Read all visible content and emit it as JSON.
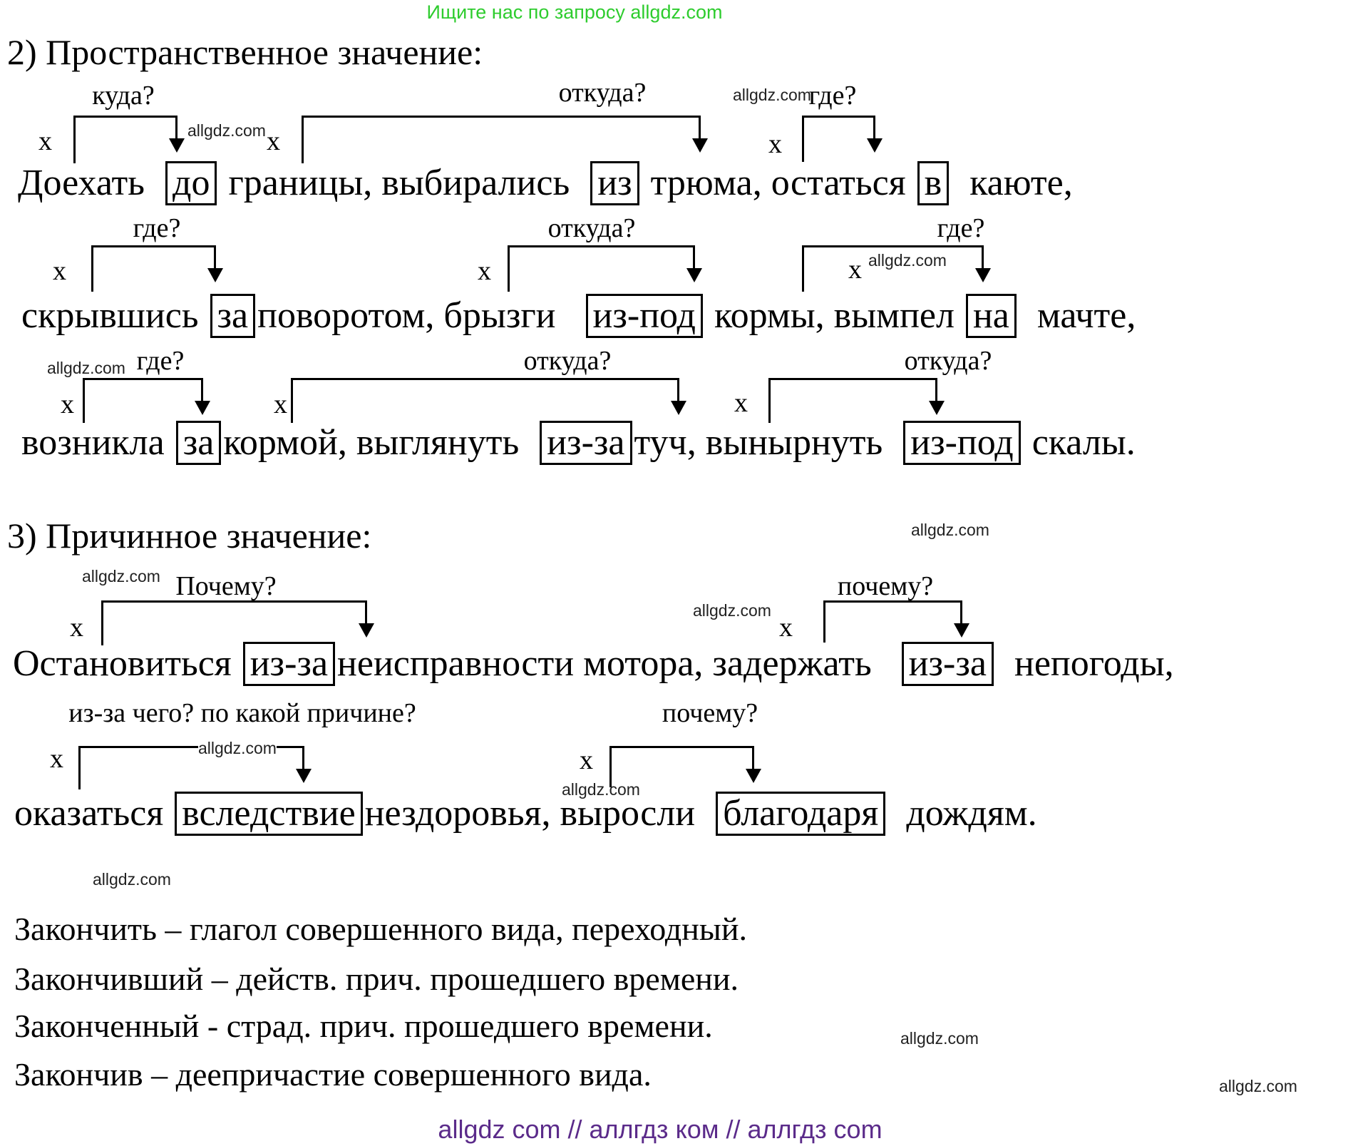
{
  "page": {
    "header_note": "Ищите нас по запросу allgdz.com",
    "footer_note": "allgdz com  //  аллгдз ком  //  аллгдз com",
    "watermark": "allgdz.com"
  },
  "colors": {
    "header_green": "#2ecc2e",
    "footer_purple": "#5b2b8a",
    "ink": "#000000"
  },
  "sections": {
    "spatial_title": "2) Пространственное значение:",
    "causal_title": "3) Причинное значение:"
  },
  "diagram": {
    "x_marker": "х",
    "questions": {
      "a1": "куда?",
      "a2": "откуда?",
      "a3": "где?",
      "b1": "где?",
      "b2": "откуда?",
      "b3": "где?",
      "c1": "где?",
      "c2": "откуда?",
      "c3": "откуда?",
      "d1": "Почему?",
      "d2": "почему?",
      "e1": "из-за чего? по какой причине?",
      "e2": "почему?"
    }
  },
  "lines": {
    "l1": [
      {
        "t": "Доехать  "
      },
      {
        "box": "до"
      },
      {
        "t": " границы, выбирались  "
      },
      {
        "box": "из"
      },
      {
        "t": " трюма, остаться "
      },
      {
        "box": "в"
      },
      {
        "t": "  каюте,"
      }
    ],
    "l2": [
      {
        "t": "скрывшись "
      },
      {
        "box": "за"
      },
      {
        "t": "поворотом, брызги   "
      },
      {
        "box": "из-под"
      },
      {
        "t": " кормы, вымпел "
      },
      {
        "box": "на"
      },
      {
        "t": "  мачте,"
      }
    ],
    "l3": [
      {
        "t": "возникла "
      },
      {
        "box": "за"
      },
      {
        "t": "кормой, выглянуть  "
      },
      {
        "box": "из-за"
      },
      {
        "t": "туч, вынырнуть  "
      },
      {
        "box": "из-под"
      },
      {
        "t": " скалы."
      }
    ],
    "l4": [
      {
        "t": "Остановиться "
      },
      {
        "box": "из-за"
      },
      {
        "t": "неисправности мотора, задержать   "
      },
      {
        "box": "из-за"
      },
      {
        "t": "  непогоды,"
      }
    ],
    "l5": [
      {
        "t": "оказаться "
      },
      {
        "box": "вследствие"
      },
      {
        "t": "нездоровья, выросли  "
      },
      {
        "box": "благодаря"
      },
      {
        "t": "  дождям."
      }
    ]
  },
  "notes": [
    "Закончить – глагол совершенного вида, переходный.",
    "Закончивший – действ. прич. прошедшего времени.",
    "Законченный - страд. прич. прошедшего времени.",
    "Закончив – деепричастие совершенного вида."
  ]
}
